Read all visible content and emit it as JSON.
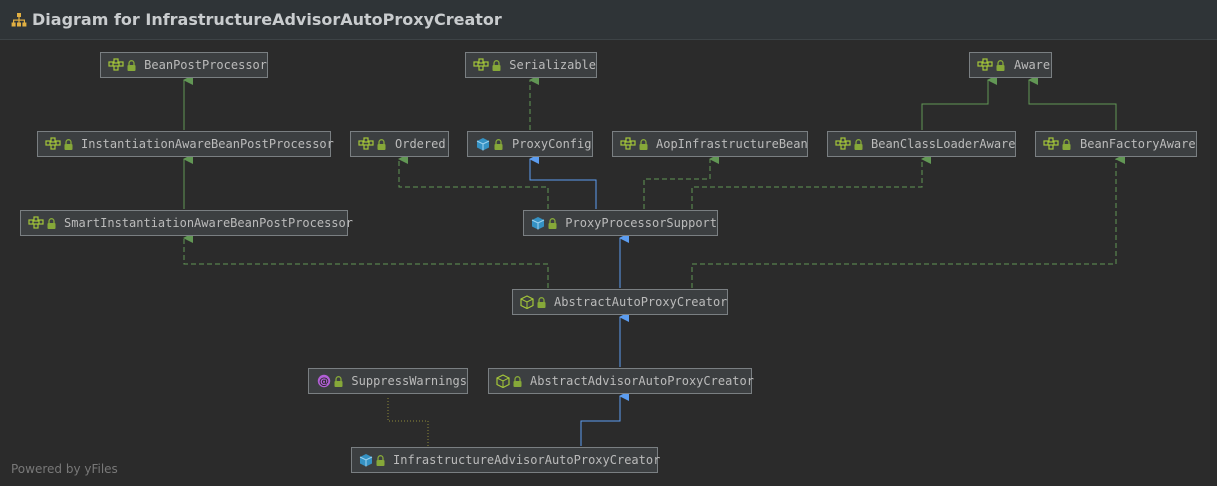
{
  "window": {
    "title": "Diagram for InfrastructureAdvisorAutoProxyCreator"
  },
  "nodes": {
    "bean_post_processor": {
      "label": "BeanPostProcessor",
      "kind": "interface"
    },
    "serializable": {
      "label": "Serializable",
      "kind": "interface"
    },
    "aware": {
      "label": "Aware",
      "kind": "interface"
    },
    "instantiation_aware": {
      "label": "InstantiationAwareBeanPostProcessor",
      "kind": "interface"
    },
    "ordered": {
      "label": "Ordered",
      "kind": "interface"
    },
    "proxy_config": {
      "label": "ProxyConfig",
      "kind": "class"
    },
    "aop_infrastructure_bean": {
      "label": "AopInfrastructureBean",
      "kind": "interface"
    },
    "bean_class_loader_aware": {
      "label": "BeanClassLoaderAware",
      "kind": "interface"
    },
    "bean_factory_aware": {
      "label": "BeanFactoryAware",
      "kind": "interface"
    },
    "smart_instantiation_aware": {
      "label": "SmartInstantiationAwareBeanPostProcessor",
      "kind": "interface"
    },
    "proxy_processor_support": {
      "label": "ProxyProcessorSupport",
      "kind": "class"
    },
    "abstract_auto_proxy_creator": {
      "label": "AbstractAutoProxyCreator",
      "kind": "abstract-class"
    },
    "suppress_warnings": {
      "label": "SuppressWarnings",
      "kind": "annotation"
    },
    "abstract_advisor_auto_proxy_creator": {
      "label": "AbstractAdvisorAutoProxyCreator",
      "kind": "abstract-class"
    },
    "infrastructure_advisor_auto_proxy_creator": {
      "label": "InfrastructureAdvisorAutoProxyCreator",
      "kind": "class"
    }
  },
  "footer": {
    "text": "Powered by yFiles"
  },
  "colors": {
    "background": "#2b2b2b",
    "extends_line": "#5c9df0",
    "interface_line": "#629755",
    "annotation_line": "#8c8a3a"
  }
}
